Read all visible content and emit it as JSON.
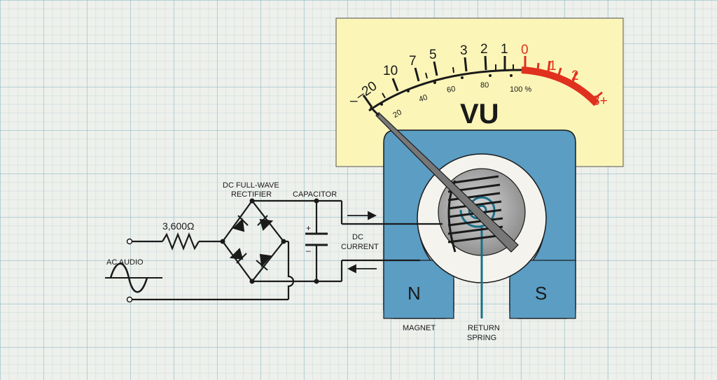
{
  "meter": {
    "title": "VU",
    "db_scale": [
      "–20",
      "10",
      "7",
      "5",
      "3",
      "2",
      "1",
      "0",
      "1",
      "2",
      "3+"
    ],
    "percent_scale": [
      "20",
      "40",
      "60",
      "80",
      "100 %"
    ],
    "minus_sign": "–",
    "colors": {
      "face": "#fbf5b8",
      "red": "#e0301e",
      "magnet": "#5b9dc3",
      "spring": "#1a6f88"
    }
  },
  "labels": {
    "resistor": "3,600Ω",
    "rectifier_line1": "DC FULL-WAVE",
    "rectifier_line2": "RECTIFIER",
    "capacitor": "CAPACITOR",
    "cap_plus": "+",
    "cap_minus": "–",
    "dc_current_line1": "DC",
    "dc_current_line2": "CURRENT",
    "ac_audio": "AC AUDIO",
    "magnet": "MAGNET",
    "return_spring_line1": "RETURN",
    "return_spring_line2": "SPRING",
    "pole_n": "N",
    "pole_s": "S"
  }
}
